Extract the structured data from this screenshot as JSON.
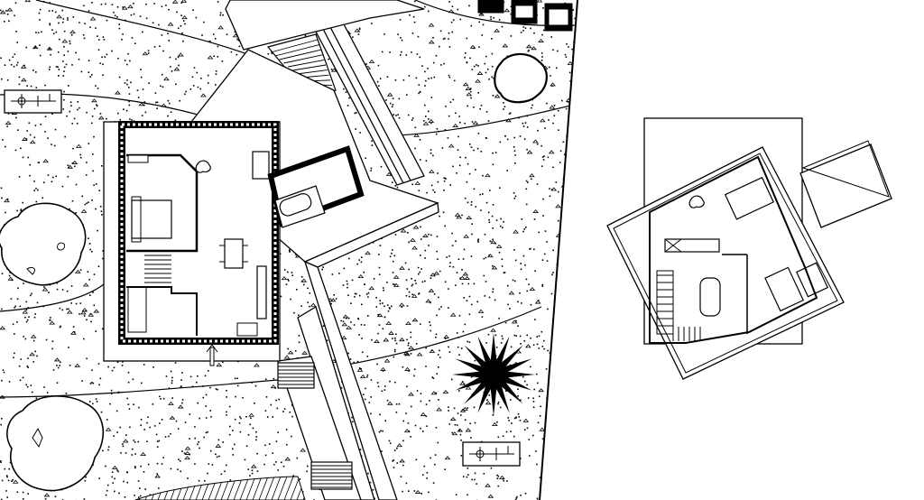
{
  "drawing": {
    "ink_color": "#000000",
    "paper_color": "#ffffff",
    "symbols": [
      {
        "name": "section-marker-top-left"
      },
      {
        "name": "section-marker-bottom-right"
      },
      {
        "name": "north-arrow"
      }
    ]
  }
}
